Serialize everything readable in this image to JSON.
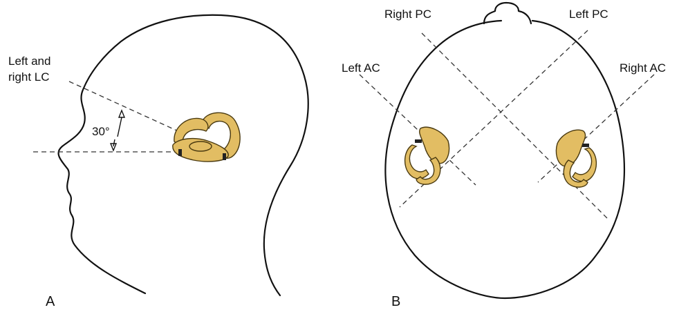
{
  "panels": {
    "a": {
      "letter": "A",
      "lc_label_line1": "Left and",
      "lc_label_line2": "right LC",
      "angle": "30°"
    },
    "b": {
      "letter": "B",
      "right_pc": "Right PC",
      "left_pc": "Left PC",
      "left_ac": "Left AC",
      "right_ac": "Right AC"
    }
  },
  "colors": {
    "canal_fill": "#e2bd63",
    "canal_stroke": "#4a3a10",
    "outline": "#111111",
    "background": "#ffffff"
  }
}
